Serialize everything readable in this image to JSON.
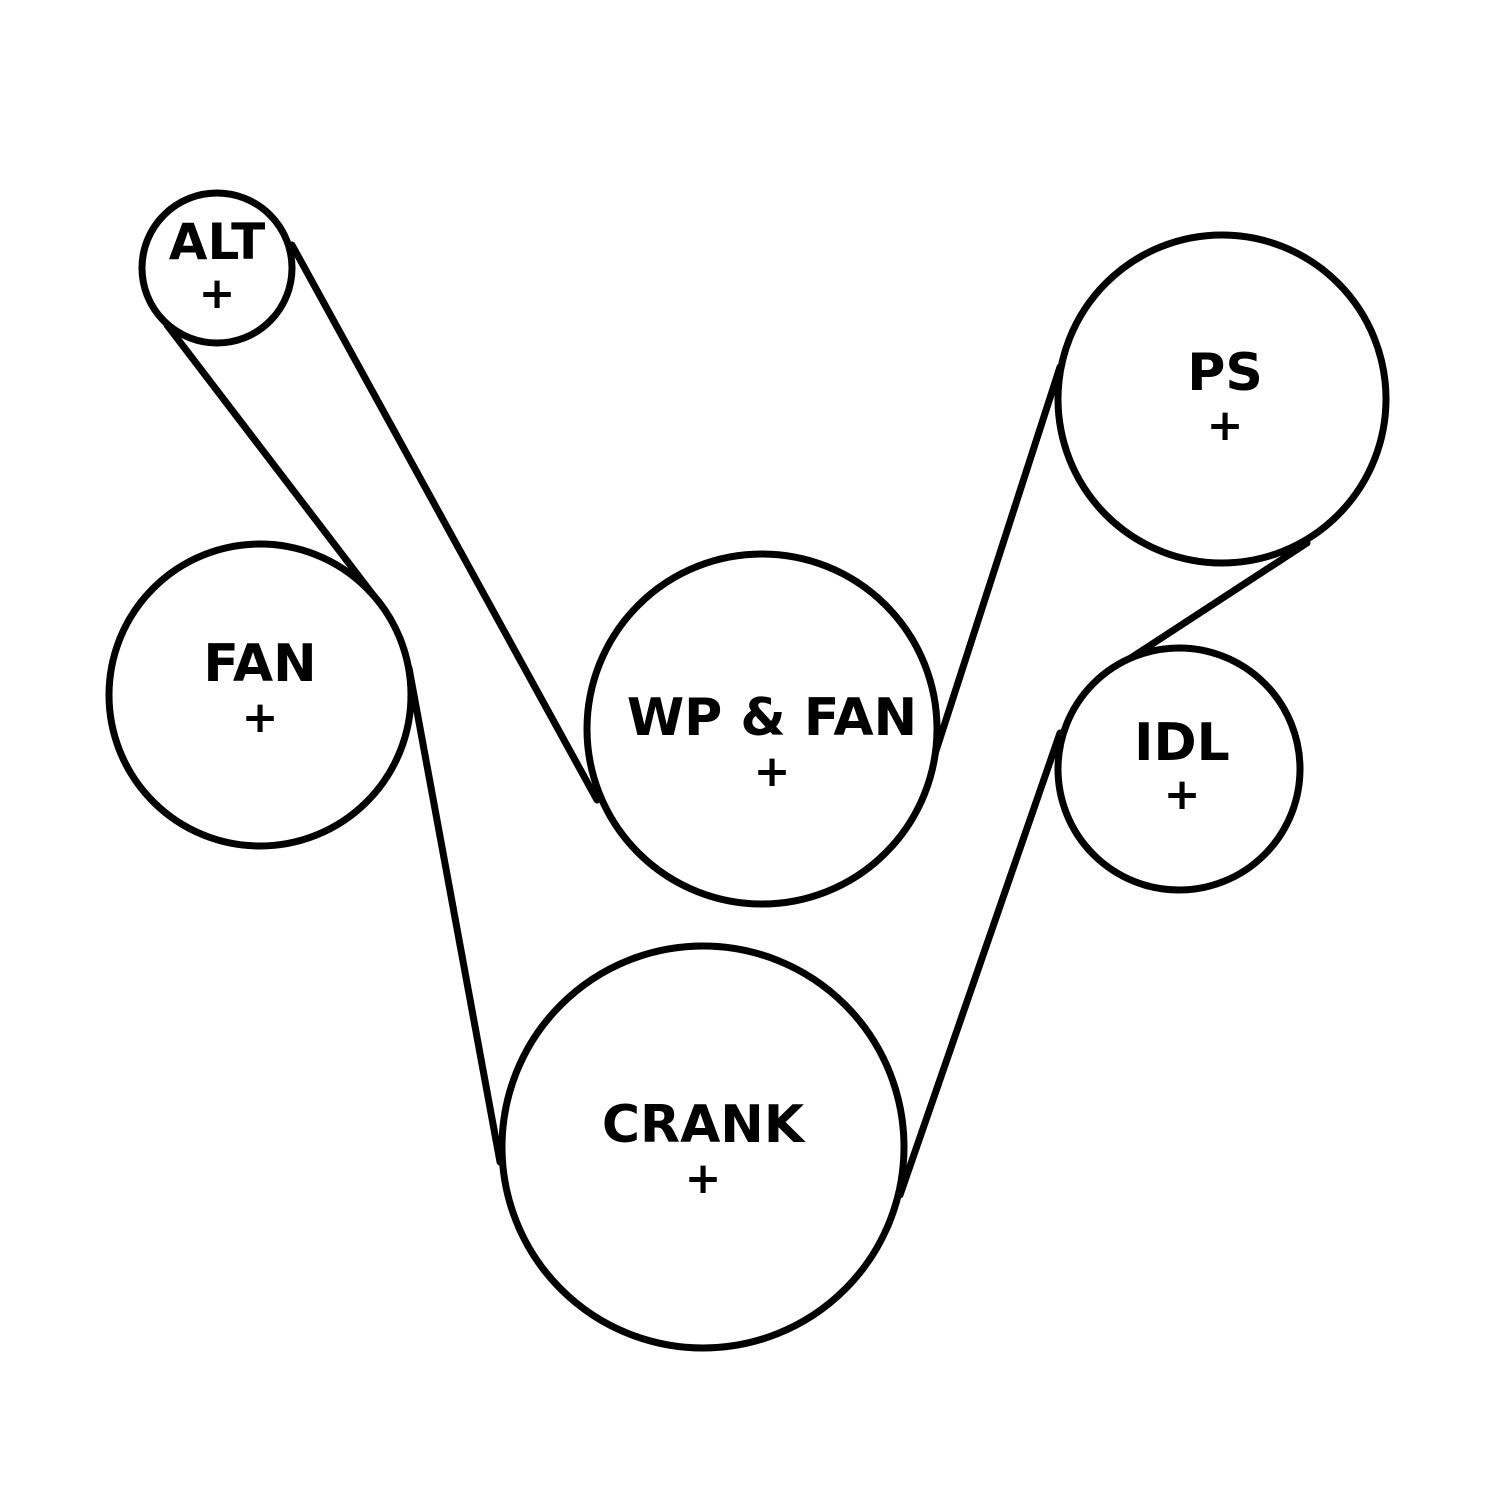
{
  "diagram": {
    "colors": {
      "line": "#000000",
      "background": "#ffffff"
    },
    "pulleys": [
      {
        "id": "alt",
        "label": "ALT",
        "center_mark": "+"
      },
      {
        "id": "fan",
        "label": "FAN",
        "center_mark": "+"
      },
      {
        "id": "wp",
        "label": "WP & FAN",
        "center_mark": "+"
      },
      {
        "id": "crank",
        "label": "CRANK",
        "center_mark": "+"
      },
      {
        "id": "ps",
        "label": "PS",
        "center_mark": "+"
      },
      {
        "id": "idl",
        "label": "IDL",
        "center_mark": "+"
      }
    ]
  }
}
